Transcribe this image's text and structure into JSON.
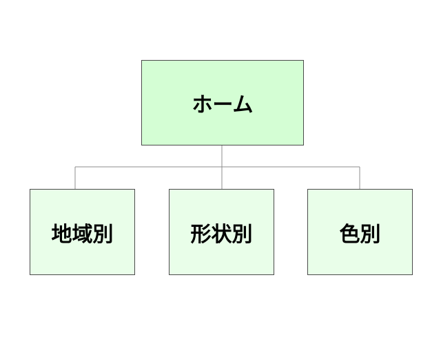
{
  "diagram": {
    "root": {
      "label": "ホーム",
      "fill": "#d4fed4"
    },
    "children": [
      {
        "label": "地域別",
        "fill": "#e9fee9"
      },
      {
        "label": "形状別",
        "fill": "#e9fee9"
      },
      {
        "label": "色別",
        "fill": "#e9fee9"
      }
    ],
    "line_color": "#8c8c8c"
  }
}
